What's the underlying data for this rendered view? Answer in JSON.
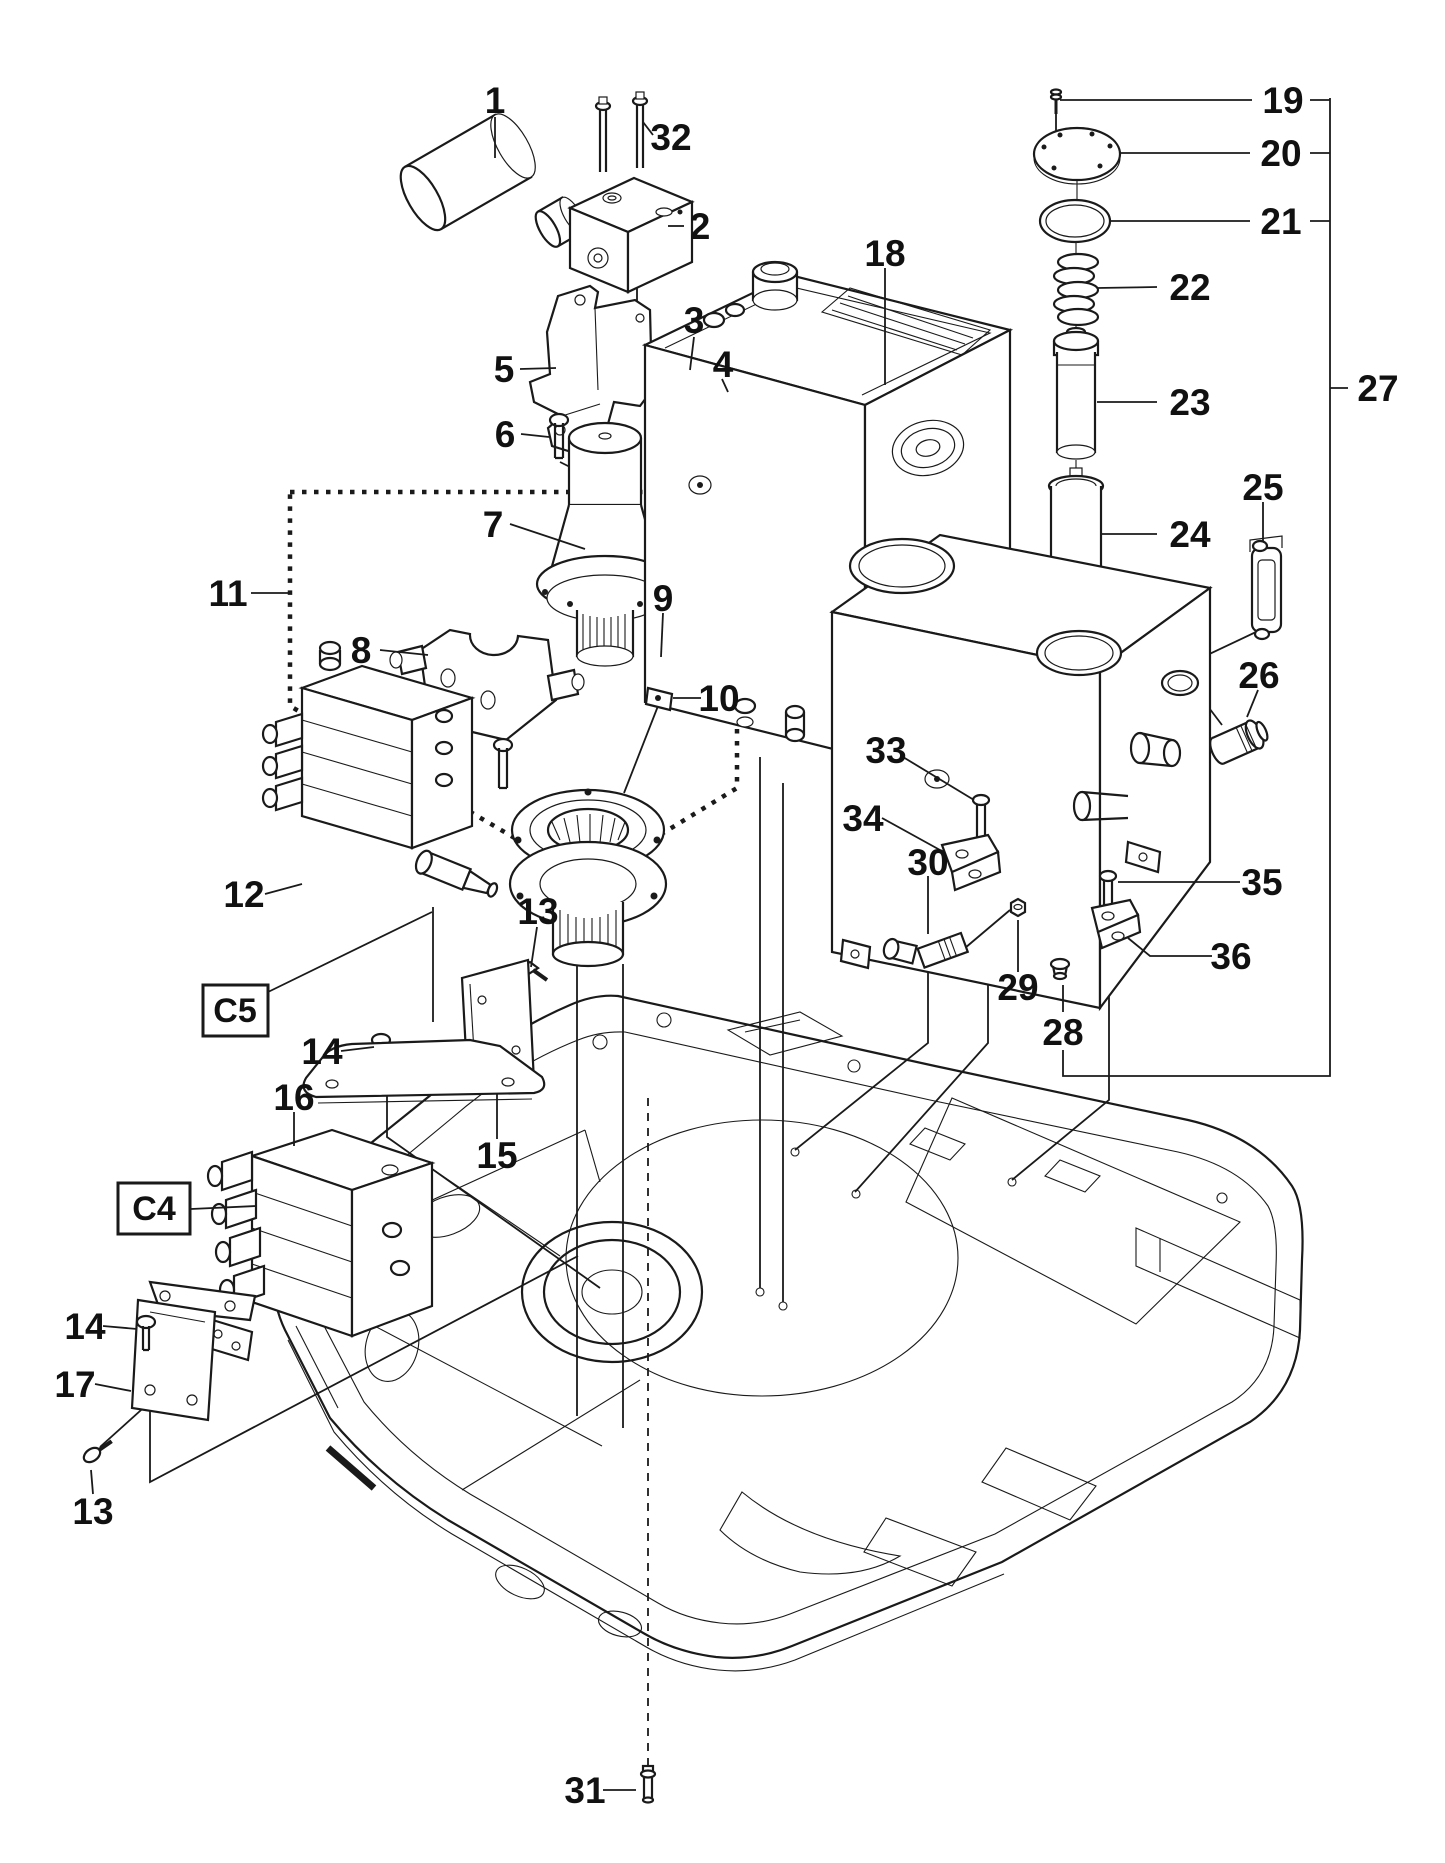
{
  "diagram": {
    "type": "exploded-parts-diagram",
    "background": "#ffffff",
    "line_color": "#1a1a1a",
    "callouts": {
      "1": "1",
      "2": "2",
      "3": "3",
      "4": "4",
      "5": "5",
      "6": "6",
      "7": "7",
      "8": "8",
      "9": "9",
      "10": "10",
      "11": "11",
      "12": "12",
      "13a": "13",
      "13b": "13",
      "14a": "14",
      "14b": "14",
      "15": "15",
      "16": "16",
      "17": "17",
      "18": "18",
      "19": "19",
      "20": "20",
      "21": "21",
      "22": "22",
      "23": "23",
      "24": "24",
      "25": "25",
      "26": "26",
      "27": "27",
      "28": "28",
      "29": "29",
      "30": "30",
      "31": "31",
      "32": "32",
      "33": "33",
      "34": "34",
      "35": "35",
      "36": "36",
      "C4": "C4",
      "C5": "C5"
    }
  }
}
